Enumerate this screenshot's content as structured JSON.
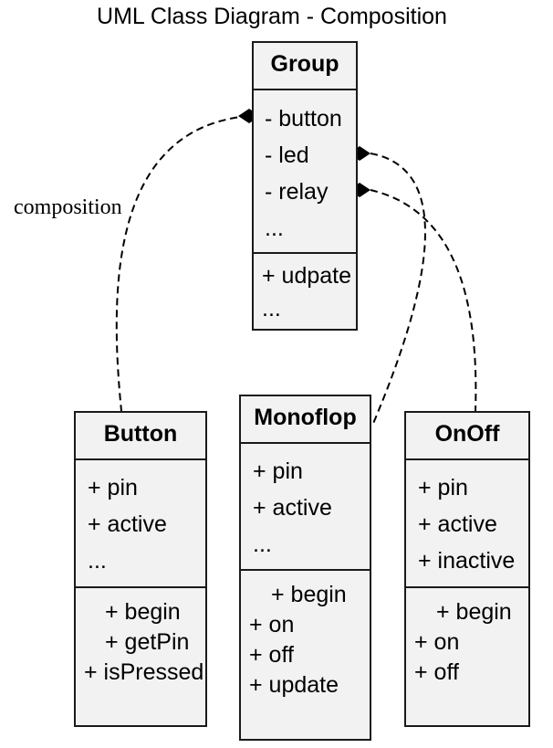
{
  "diagram": {
    "title": "UML Class Diagram - Composition",
    "annotation": "composition",
    "classes": {
      "group": {
        "name": "Group",
        "attributes": [
          "- button",
          "- led",
          "- relay",
          "..."
        ],
        "methods": [
          "+ udpate",
          "..."
        ]
      },
      "button": {
        "name": "Button",
        "attributes": [
          "+ pin",
          "+ active",
          "..."
        ],
        "methods": [
          "+ begin",
          "+ getPin",
          "+ isPressed"
        ]
      },
      "monoflop": {
        "name": "Monoflop",
        "attributes": [
          "+ pin",
          "+ active",
          "..."
        ],
        "methods": [
          "+ begin",
          "+ on",
          "+ off",
          "+ update"
        ]
      },
      "onoff": {
        "name": "OnOff",
        "attributes": [
          "+ pin",
          "+ active",
          "+ inactive"
        ],
        "methods": [
          "+ begin",
          "+ on",
          "+ off"
        ]
      }
    },
    "links": [
      {
        "from": "group.button",
        "to": "button",
        "kind": "composition"
      },
      {
        "from": "group.led",
        "to": "monoflop",
        "kind": "composition"
      },
      {
        "from": "group.relay",
        "to": "onoff",
        "kind": "composition"
      }
    ],
    "colors": {
      "box_fill": "#f2f2f2",
      "stroke": "#1a1a1a"
    }
  }
}
